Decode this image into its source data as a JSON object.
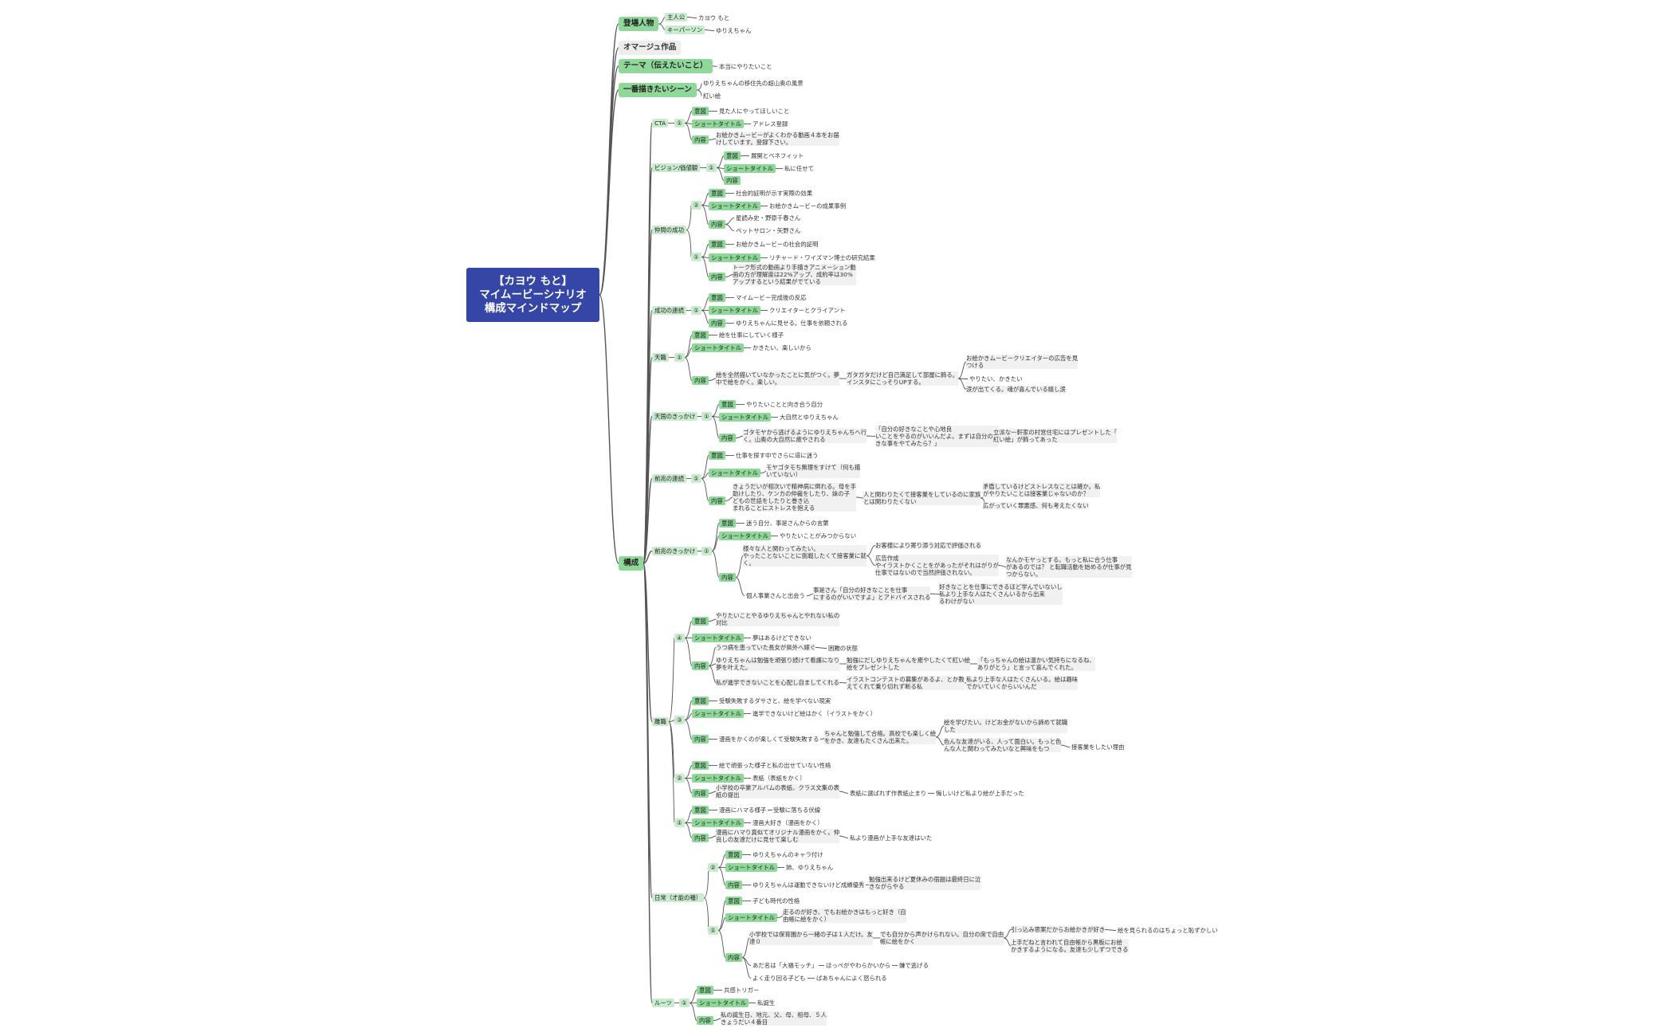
{
  "root": {
    "line1": "【カヨウ もと】",
    "line2": "マイムービーシナリオ",
    "line3": "構成マインドマップ"
  },
  "colors": {
    "root_bg": "#3546a6",
    "topic_green": "#8fd89a",
    "branch_green": "#c8eccd",
    "leaf_bg": "#f1f1f1",
    "link": "#555555"
  },
  "nodes": {
    "a1": "登場人物",
    "a2": "主人公",
    "a3": "カヨウ もと",
    "a4": "キーパーソン",
    "a5": "ゆりえちゃん",
    "b1": "オマージュ作品",
    "c1": "テーマ（伝えたいこと）",
    "c2": "本当にやりたいこと",
    "d1": "一番描きたいシーン",
    "d2": "ゆりえちゃんの移住先の超山奥の風景",
    "d3": "紅い絵",
    "e0": "構成",
    "f1": "CTA",
    "f2": "①",
    "f3": "意図",
    "f4": "見た人にやってほしいこと",
    "f5": "ショートタイトル",
    "f6": "アドレス登録",
    "f7": "内容",
    "f8": "お絵かきムービーがよくわかる動画４本をお届\nけしています。登録下さい。",
    "g1": "ビジョン/価値観",
    "g2": "①",
    "g3": "意図",
    "g4": "展開とベネフィット",
    "g5": "ショートタイトル",
    "g6": "私に任せて",
    "g7": "内容",
    "h1": "仲間の成功",
    "h2": "②",
    "h3": "意図",
    "h4": "社会的証明が示す実際の効果",
    "h5": "ショートタイトル",
    "h6": "お絵かきムービーの成果事例",
    "h7": "内容",
    "h8": "星読み史・野原千春さん",
    "h9": "ペットサロン・矢野さん",
    "h10": "①",
    "h11": "意図",
    "h12": "お絵かきムービーの社会的証明",
    "h13": "ショートタイトル",
    "h14": "リチャード・ワイズマン博士の研究結果",
    "h15": "内容",
    "h16": "トーク形式の動画より手描きアニメーション動\n画の方が理解度は22%アップ、成約率は30%\nアップするという結果がでている",
    "i1": "成功の連続",
    "i2": "①",
    "i3": "意図",
    "i4": "マイムービー完成後の反応",
    "i5": "ショートタイトル",
    "i6": "クリエイターとクライアント",
    "i7": "内容",
    "i8": "ゆりえちゃんに見せる。仕事を依頼される",
    "j1": "天職",
    "j2": "①",
    "j3": "意図",
    "j4": "絵を仕事にしていく様子",
    "j5": "ショートタイトル",
    "j6": "かきたい、楽しいから",
    "j7": "内容",
    "j8": "絵を全然描いていなかったことに気がつく。夢\n中で絵をかく。楽しい。",
    "j9": "ガタガタだけど自己満足して部屋に飾る。\nインスタにこっそりUPする。",
    "j10": "お絵かきムービークリエイターの広告を見\nつける",
    "j11": "やりたい、かきたい",
    "j12": "涙が出てくる。魂が喜んでいる嬉し涙",
    "k1": "天国のきっかけ",
    "k2": "①",
    "k3": "意図",
    "k4": "やりたいことと向き合う自分",
    "k5": "ショートタイトル",
    "k6": "大自然とゆりえちゃん",
    "k7": "内容",
    "k8": "ゴタモヤから逃げるようにゆりえちゃんちへ行\nく。山奥の大自然に癒やされる",
    "k9": "「自分の好きなことや心地良\nいことをやるのがいいんだよ。まずは自分の好\nきな事をやてみたら？」",
    "k10": "立派な一軒家の村営住宅にはプレゼントした「\n紅い絵」が飾ってあった",
    "l1": "前兆の連続",
    "l2": "①",
    "l3": "意図",
    "l4": "仕事を探す中でさらに道に迷う",
    "l5": "ショートタイトル",
    "l6": "モヤゴタモち無理をすけて（何も描\nいていない）",
    "l7": "内容",
    "l8": "きょうだいが相次いで精神病に倒れる。母を手\n助けしたり、ケンカの仲裁をしたり、妹の子\nどもの世話をしたりと巻き込\nまれることにストレスを抱える",
    "l9": "人と関わりたくて接客業をしているのに家族\nとは関わりたくない",
    "l10": "矛盾しているけどストレスなことは確か。私\nがやりたいことは接客業じゃないのか？",
    "l11": "広がっていく罪悪感、何も考えたくない",
    "m1": "前兆のきっかけ",
    "m2": "①",
    "m3": "意図",
    "m4": "迷う自分、事是さんからの言葉",
    "m5": "ショートタイトル",
    "m6": "やりたいことがみつからない",
    "m7": "内容",
    "m8": "様々な人と関わってみたい。\nやったことないことに挑戦したくて接客業に就\nく。",
    "m9": "お客様により寄り添う対応で評価される",
    "m10": "広告作成\nやイラストかくことをがあったがそれはがりが\n仕事ではないので当然評価されない。",
    "m11": "なんかモヤっとする。もっと私に合う仕事\nがあるのでは？ と転職活動を始めるが仕事が見\nつからない。",
    "m12": "個人事業さんと出会う",
    "m13": "事是さん「自分の好きなことを仕事\nにするのがいいですよ」とアドバイスされる",
    "m14": "好きなことを仕事にできるほど学んでいないし\n私より上手な人はたくさんいるから出来\nるわけがない",
    "n1": "離職",
    "n2": "④",
    "n3": "意図",
    "n4": "やりたいことやるゆりえちゃんとやれない私の\n対比",
    "n5": "ショートタイトル",
    "n6": "夢はあるけどできない",
    "n7": "内容",
    "n8": "うつ病を患っていた長女が県外へ嫁ぐ",
    "n9": "困難の状態",
    "n10": "ゆりえちゃんは勉強を頑張り続けて看護になり\n夢を叶えた。",
    "n11": "勉強にだしゆりえちゃんを癒やしたくて紅い絵\n絵をプレゼントした",
    "n12": "「もっちゃんの絵は温かい気持ちになるね、\nありがとう」と言って喜んでくれた。",
    "n13": "私が進学できないことを心配し自ましてくれる",
    "n14": "イラストコンテストの募集があるよ、とか教\nえてくれて乗り切れず断る私",
    "n15": "私より上手な人はたくさんいる。絵は趣味\nでかいていくからいいんだ",
    "n16": "③",
    "n17": "意図",
    "n18": "受験失敗するダサさと、絵を学べない現実",
    "n19": "ショートタイトル",
    "n20": "進学できないけど絵はかく（イラストをかく）",
    "n21": "内容",
    "n22": "漫画をかくのが楽しくて受験失敗する",
    "n23": "ちゃんと勉強して合格。高校でも楽しく絵\nをかき、友達もたくさん出来た。",
    "n24": "絵を学びたい。けどお金がないから諦めて就職\nした",
    "n25": "色んな友達がいる、人って面白い。もっと色\nんな人と関わってみたいなと興味をもつ",
    "n26": "接客業をしたい理由",
    "n27": "②",
    "n28": "意図",
    "n29": "絵で頑張った様子と私の出せていない性格",
    "n30": "ショートタイトル",
    "n31": "表紙（表紙をかく）",
    "n32": "内容",
    "n33": "小学校の卒業アルバムの表紙、クラス文集の表\n紙の提出",
    "n34": "表紙に選ばれず作表紙止まり",
    "n35": "悔しいけど私より絵が上手だった",
    "n36": "①",
    "n37": "意図",
    "n38": "漫画にハマる様子",
    "n39": "受験に落ちる伏線",
    "n40": "ショートタイトル",
    "n41": "漫画大好き（漫画をかく）",
    "n42": "内容",
    "n43": "漫画にハマり真似てオリジナル漫画をかく。仲\n良しの友達だけに見せて楽しむ",
    "n44": "私より漫画が上手な友達はいた",
    "o1": "日常（才能の種）",
    "o2": "②",
    "o3": "意図",
    "o4": "ゆりえちゃんのキャラ付け",
    "o5": "ショートタイトル",
    "o6": "姉、ゆりえちゃん",
    "o7": "内容",
    "o8": "ゆりえちゃんは運動できないけど成績優秀",
    "o9": "勉強出来るけど夏休みの宿題は最終日に泣\nきながらやる",
    "o10": "①",
    "o11": "意図",
    "o12": "子ども時代の性格",
    "o13": "ショートタイトル",
    "o14": "走るのが好き、でもお絵かきはもっと好き（自\n由帳に絵をかく）",
    "o15": "内容",
    "o16": "小学校では保育園から一緒の子は１人だけ。友\n達０",
    "o17": "でも自分から声かけられない。自分の席で自由\n帳に絵をかく",
    "o18": "引っ込み思案だからお絵かきが好き",
    "o19": "絵を見られるのはちょっと恥ずかしい",
    "o20": "上手だねと言われて自由帳から黒板にお絵\nかきするようになる。友達も少しずつできる",
    "o21": "あだ名は「大福モッチ」",
    "o22": "ほっぺがやわらかいから",
    "o23": "嫌で逃げる",
    "o24": "よく走り回る子ども",
    "o25": "ばあちゃんによく怒られる",
    "p1": "ルーツ",
    "p2": "①",
    "p3": "意図",
    "p4": "共感トリガー",
    "p5": "ショートタイトル",
    "p6": "私誕生",
    "p7": "内容",
    "p8": "私の誕生日、地元、父、母、祖母、５人\nきょうだい４番目"
  }
}
